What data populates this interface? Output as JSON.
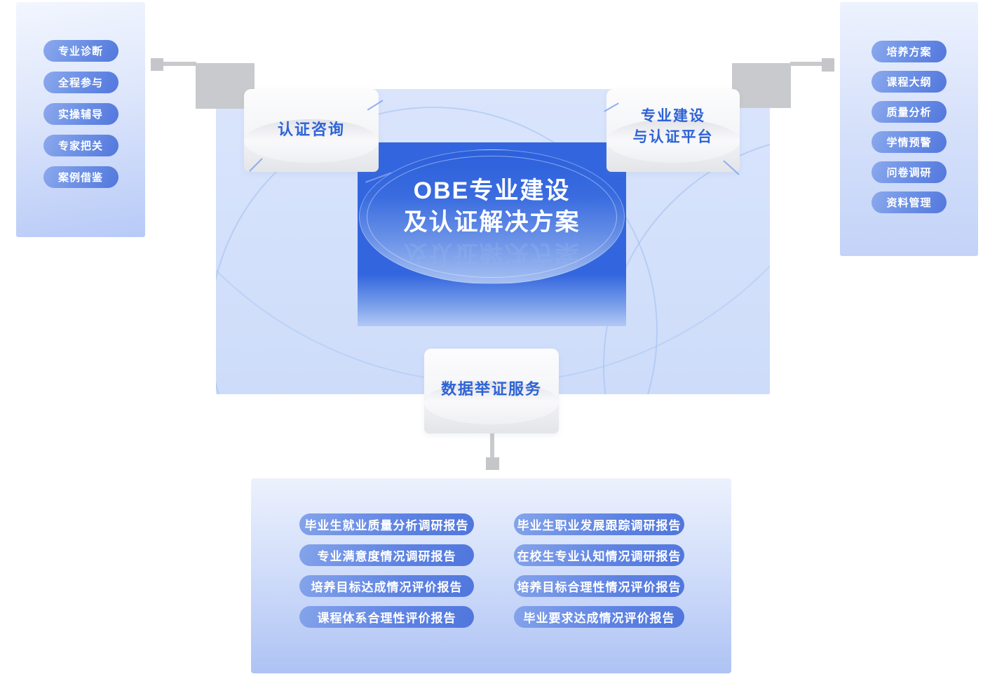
{
  "diagram": {
    "center_title_line1": "OBE专业建设",
    "center_title_line2": "及认证解决方案",
    "label_consulting": "认证咨询",
    "label_platform_line1": "专业建设",
    "label_platform_line2": "与认证平台",
    "label_data_service": "数据举证服务"
  },
  "consulting_panel": {
    "items": [
      "专业诊断",
      "全程参与",
      "实操辅导",
      "专家把关",
      "案例借鉴"
    ]
  },
  "platform_panel": {
    "items": [
      "培养方案",
      "课程大纲",
      "质量分析",
      "学情预警",
      "问卷调研",
      "资料管理"
    ]
  },
  "reports_panel": {
    "left_items": [
      "毕业生就业质量分析调研报告",
      "专业满意度情况调研报告",
      "培养目标达成情况评价报告",
      "课程体系合理性评价报告"
    ],
    "right_items": [
      "毕业生职业发展跟踪调研报告",
      "在校生专业认知情况调研报告",
      "培养目标合理性情况评价报告",
      "毕业要求达成情况评价报告"
    ]
  },
  "colors": {
    "accent_blue": "#3366DE",
    "panel_light_blue": "#CDDCFA",
    "pill_gradient_start": "#8CA9ED",
    "pill_gradient_end": "#5076DD",
    "pedestal_text_blue": "#2E63D6",
    "connector_gray": "#C9CACD",
    "title_text": "#FFFFFF"
  }
}
